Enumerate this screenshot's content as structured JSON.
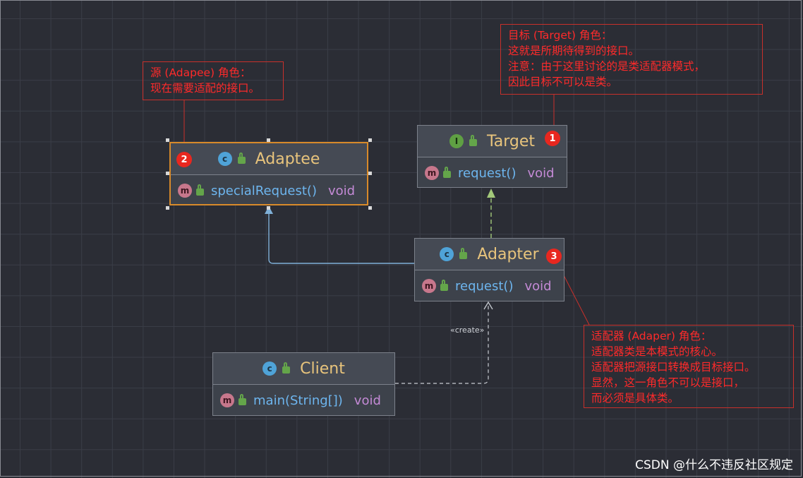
{
  "classes": {
    "adaptee": {
      "kind_letter": "c",
      "name": "Adaptee",
      "badge": "2",
      "method": "specialRequest()",
      "return_type": "void"
    },
    "target": {
      "kind_letter": "I",
      "name": "Target",
      "badge": "1",
      "method": "request()",
      "return_type": "void"
    },
    "adapter": {
      "kind_letter": "c",
      "name": "Adapter",
      "badge": "3",
      "method": "request()",
      "return_type": "void"
    },
    "client": {
      "kind_letter": "c",
      "name": "Client",
      "method": "main(String[])",
      "return_type": "void"
    }
  },
  "method_letter": "m",
  "notes": {
    "adaptee": "源 (Adapee) 角色：\n现在需要适配的接口。",
    "target": "目标 (Target) 角色：\n这就是所期待得到的接口。\n注意：由于这里讨论的是类适配器模式，\n因此目标不可以是类。",
    "adapter": "适配器 (Adaper) 角色：\n适配器类是本模式的核心。\n适配器把源接口转换成目标接口。\n显然，这一角色不可以是接口，\n而必须是具体类。"
  },
  "stereotype": "«create»",
  "watermark": "CSDN @什么不违反社区规定",
  "colors": {
    "background": "#2b2d35",
    "note_red": "#ff2a2a",
    "class_name": "#e8c47c",
    "method_name": "#6db5ee",
    "return_type": "#c48ad6",
    "selection_border": "#d88a2a",
    "inheritance_line": "#7fb0d8",
    "realization_line": "#a3c97a",
    "dependency_line": "#c8ccd2"
  }
}
